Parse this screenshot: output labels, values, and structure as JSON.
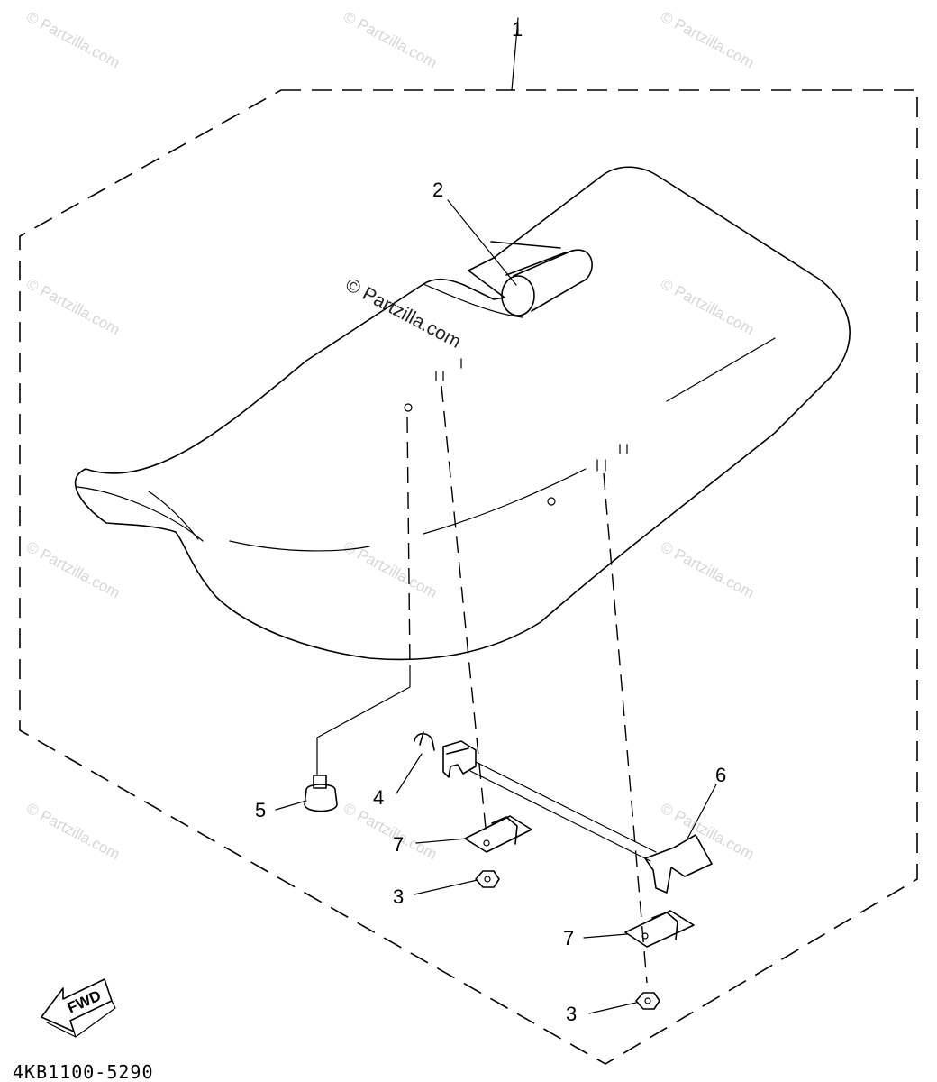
{
  "diagram": {
    "part_code": "4KB1100-5290",
    "fwd_label": "FWD",
    "center_watermark": "© Partzilla.com",
    "watermark_text": "© Partzilla.com",
    "callouts": {
      "c1": "1",
      "c2": "2",
      "c3a": "3",
      "c3b": "3",
      "c4": "4",
      "c5": "5",
      "c6": "6",
      "c7a": "7",
      "c7b": "7"
    }
  }
}
